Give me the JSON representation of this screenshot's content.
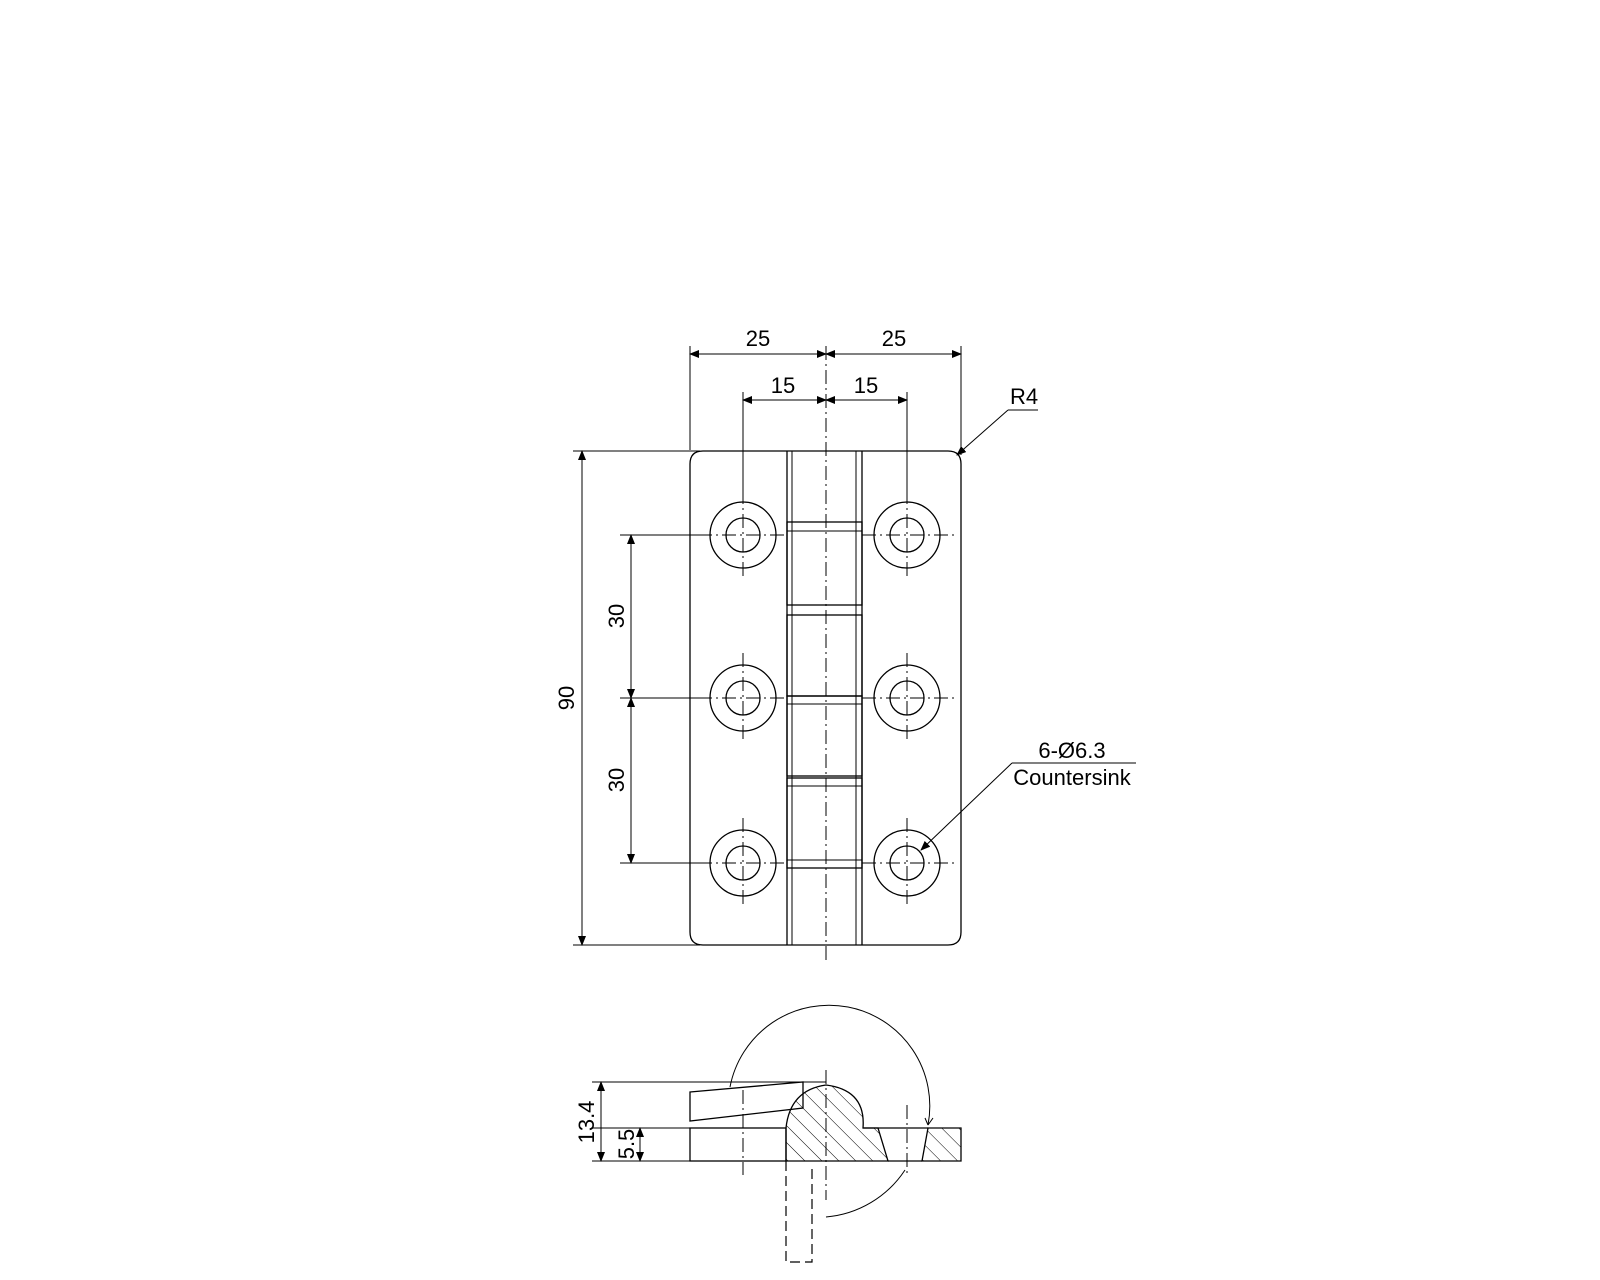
{
  "dimensions": {
    "top_left_width": "25",
    "top_right_width": "25",
    "hole_offset_left": "15",
    "hole_offset_right": "15",
    "overall_height": "90",
    "hole_pitch_upper": "30",
    "hole_pitch_lower": "30",
    "corner_radius": "R4",
    "hole_spec": "6-Ø6.3",
    "hole_type": "Countersink",
    "side_height": "13.4",
    "leaf_thickness": "5.5"
  }
}
